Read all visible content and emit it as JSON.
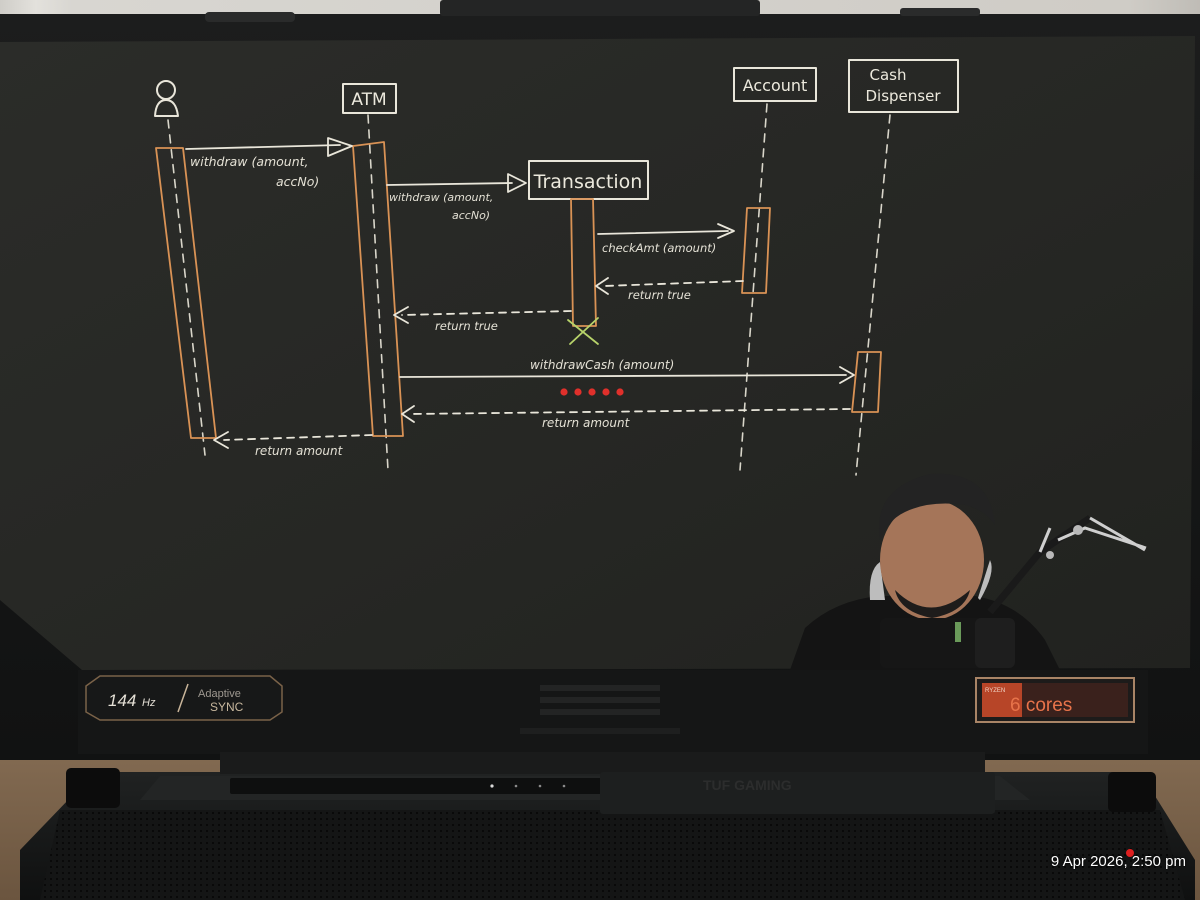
{
  "diagram": {
    "participants": [
      {
        "id": "user",
        "label": ""
      },
      {
        "id": "atm",
        "label": "ATM"
      },
      {
        "id": "transaction",
        "label": "Transaction"
      },
      {
        "id": "account",
        "label": "Account"
      },
      {
        "id": "cash",
        "label_line1": "Cash",
        "label_line2": "Dispenser"
      }
    ],
    "messages": {
      "m1_line1": "withdraw (amount,",
      "m1_line2": "accNo)",
      "m2_line1": "withdraw (amount,",
      "m2_line2": "accNo)",
      "m3": "checkAmt (amount)",
      "m4": "return true",
      "m5": "return true",
      "m6": "withdrawCash (amount)",
      "m7": "return amount",
      "m8": "return amount"
    }
  },
  "laptop": {
    "refresh_badge": "144",
    "refresh_unit": "Hz",
    "sync_line1": "Adaptive",
    "sync_line2": "SYNC",
    "cpu_badge_small": "RYZEN",
    "cpu_badge": "6 cores",
    "brand_keyboard": "TUF GAMING"
  },
  "photo": {
    "timestamp": "9 Apr 2026, 2:50 pm"
  },
  "colors": {
    "board": "#262724",
    "chalk": "#e9e6da",
    "orange": "#e18a3e",
    "red_dots": "#e0302b",
    "green_x": "#b7d36a"
  }
}
